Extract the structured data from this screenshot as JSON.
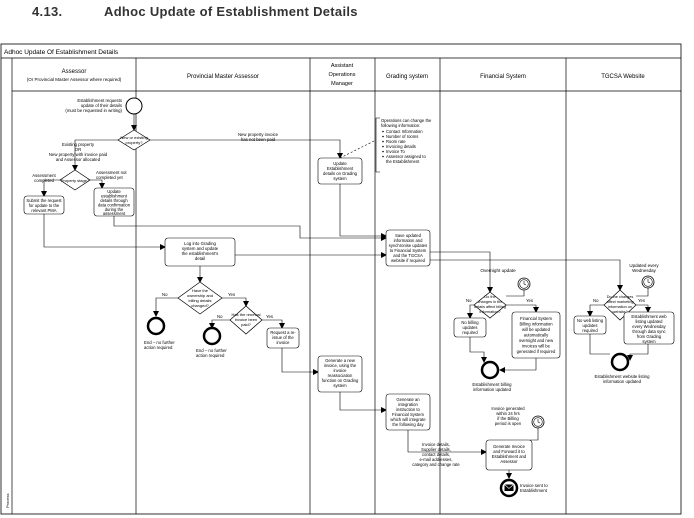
{
  "heading": {
    "number": "4.13.",
    "title": "Adhoc Update of Establishment Details"
  },
  "pool": {
    "title": "Adhoc Update Of Establishment Details",
    "side_label": "Process"
  },
  "lanes": {
    "assessor": {
      "title": "Assessor",
      "subtitle": "(Or Provincial Master Assessor where required)"
    },
    "pma": {
      "title": "Provincial Master Assessor"
    },
    "aom": {
      "title_lines": [
        "Assistant",
        "Operations",
        "Manager"
      ]
    },
    "grading": {
      "title": "Grading system"
    },
    "financial": {
      "title": "Financial System"
    },
    "tgcsa": {
      "title": "TGCSA Website"
    }
  },
  "labels": {
    "start_note": [
      "Establishment requests",
      "update of their details",
      "(must be requested in writing)"
    ],
    "gw_new_existing": [
      "New or existing",
      "property?"
    ],
    "existing_property": [
      "Existing property",
      "OR",
      "New property with invoice paid",
      "and Assessor allocated"
    ],
    "new_property_invoice": [
      "New property invoice",
      "has not been paid"
    ],
    "assessment_completed": [
      "Assessment",
      "completed"
    ],
    "gw_property_stage": [
      "Property stage?"
    ],
    "assessment_not_completed": [
      "Assessment not",
      "completed yet"
    ],
    "submit_request": [
      "Submit the request",
      "for update to the",
      "relevant PMA"
    ],
    "update_details_assessor": [
      "Update",
      "establishment",
      "details through",
      "data confirmation",
      "during the",
      "assessment"
    ],
    "ops_change_info": [
      "Operations can change the",
      "following information:"
    ],
    "ops_items": [
      "Contact Information",
      "Number of rooms",
      "Room rate",
      "Invoicing details",
      "Invoice To",
      "Assessor assigned to",
      "the Establishment"
    ],
    "update_details_grading": [
      "Update",
      "Establishment",
      "details on Grading",
      "system"
    ],
    "save_updated": [
      "Save updated",
      "information and",
      "synchronise updates",
      "to Financial System",
      "and the TGCSA",
      "website if required"
    ],
    "login_grading": [
      "Log into Grading",
      "system and update",
      "the establishment's",
      "detail"
    ],
    "gw_ownership": [
      "Have the",
      "ownership and",
      "billing details",
      "changed?"
    ],
    "no": "No",
    "yes": "Yes",
    "end_no_further_1": [
      "End – no further",
      "action required"
    ],
    "gw_invoice_paid": [
      "Has the renewal",
      "invoice been",
      "paid?"
    ],
    "end_no_further_2": [
      "End – no further",
      "action required"
    ],
    "request_reissue": [
      "Request a re-",
      "issue of the",
      "invoice"
    ],
    "generate_new_invoice": [
      "Generate a new",
      "invoice, using the",
      "invoice",
      "reassociation",
      "function on Grading",
      "system"
    ],
    "generate_integration": [
      "Generate an",
      "integration",
      "instruction to",
      "Financial System",
      "which will integrate",
      "the following day"
    ],
    "invoice_details": [
      "Invoice details,",
      "Supplier details,",
      "contact details,",
      "e-mail addresses,",
      "category and change rate"
    ],
    "overnight_update": "Overnight update",
    "gw_fin_changes": [
      "Do the",
      "changes in the",
      "details affect billing",
      "information?"
    ],
    "no_billing_updates_fin": [
      "No billing",
      "updates",
      "required"
    ],
    "fin_system_billing": [
      "Financial System",
      "Billing information",
      "will be updated",
      "automatically",
      "overnight and new",
      "invoices will be",
      "generated if required"
    ],
    "end_billing_updated": [
      "Establishment billing",
      "information updated"
    ],
    "invoice_generated_note": [
      "Invoice generated",
      "within 24 hrs",
      "if the Billing",
      "period is open"
    ],
    "generate_invoice_forward": [
      "Generate Invoice",
      "and Forward it to",
      "Establishment and",
      "Assessor"
    ],
    "end_invoice_sent": [
      "Invoice sent to",
      "Establishment"
    ],
    "updated_every_wed": [
      "Updated every",
      "Wednesday"
    ],
    "gw_tgcsa_changes": [
      "Do the changes",
      "affect marketing",
      "information on",
      "website?"
    ],
    "no_web_listing": [
      "No web listing",
      "updates",
      "required"
    ],
    "web_listing_updated": [
      "Establishment web",
      "listing updated",
      "every Wednesday",
      "through data sync",
      "from Grading",
      "system"
    ],
    "end_website_updated": [
      "Establishment website listing",
      "information updated"
    ]
  }
}
